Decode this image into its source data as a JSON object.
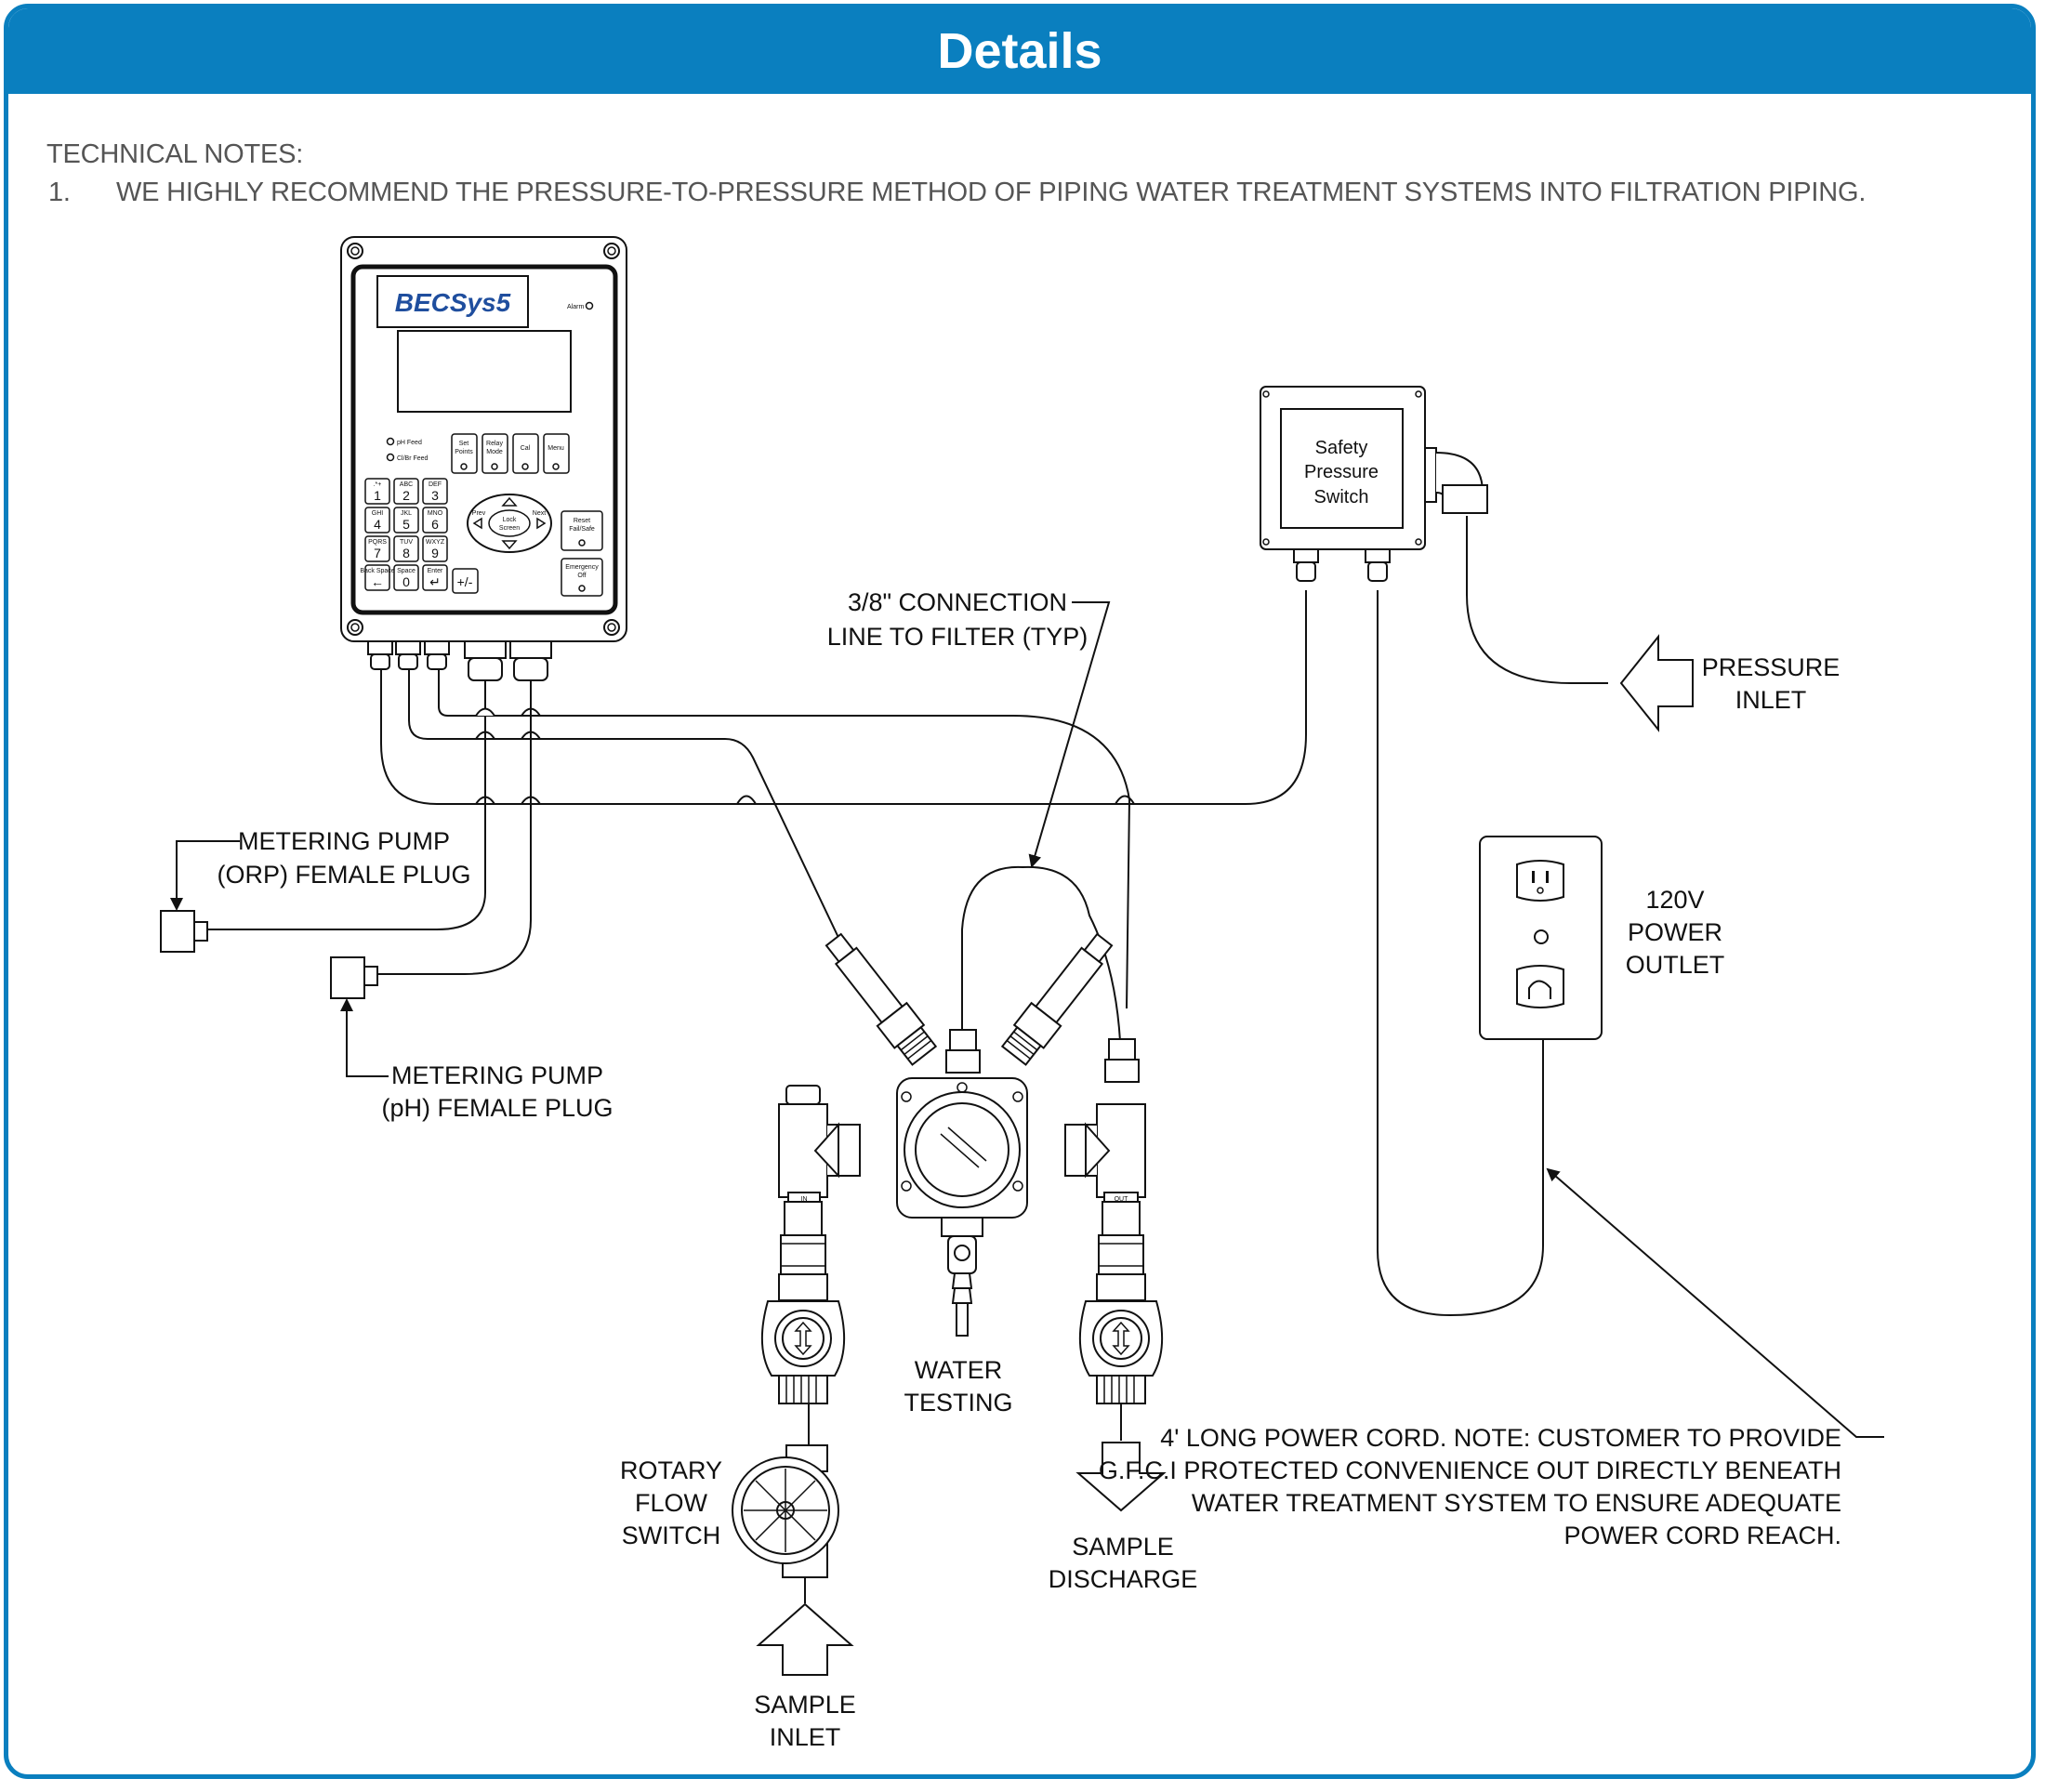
{
  "header": {
    "title": "Details"
  },
  "notes": {
    "heading": "TECHNICAL NOTES:",
    "item_number": "1.",
    "item_text": "WE HIGHLY RECOMMEND THE PRESSURE-TO-PRESSURE METHOD OF PIPING WATER TREATMENT SYSTEMS INTO FILTRATION PIPING."
  },
  "controller": {
    "logo": "BECSys5",
    "alarm": "Alarm",
    "ph_feed": "pH Feed",
    "cl_feed": "Cl/Br Feed",
    "top_buttons": [
      "Set Points",
      "Relay Mode",
      "Cal",
      "Menu"
    ],
    "keypad": [
      {
        "sub": ".*+",
        "key": "1"
      },
      {
        "sub": "ABC",
        "key": "2"
      },
      {
        "sub": "DEF",
        "key": "3"
      },
      {
        "sub": "GHI",
        "key": "4"
      },
      {
        "sub": "JKL",
        "key": "5"
      },
      {
        "sub": "MNO",
        "key": "6"
      },
      {
        "sub": "PQRS",
        "key": "7"
      },
      {
        "sub": "TUV",
        "key": "8"
      },
      {
        "sub": "WXYZ",
        "key": "9"
      },
      {
        "sub": "Back Space",
        "key": "←"
      },
      {
        "sub": "Space",
        "key": "0"
      },
      {
        "sub": "Enter",
        "key": "↵"
      }
    ],
    "plusminus": "+/-",
    "nav": {
      "prev": "Prev",
      "next": "Next",
      "lock": "Lock",
      "screen": "Screen"
    },
    "reset": [
      "Reset",
      "Fail/Safe"
    ],
    "emergency": [
      "Emergency",
      "Off"
    ]
  },
  "labels": {
    "safety_switch": [
      "Safety",
      "Pressure",
      "Switch"
    ],
    "connection": [
      "3/8\" CONNECTION",
      "LINE TO FILTER (TYP)"
    ],
    "pressure_inlet": [
      "PRESSURE",
      "INLET"
    ],
    "metering_orp": [
      "METERING PUMP",
      "(ORP) FEMALE PLUG"
    ],
    "metering_ph": [
      "METERING PUMP",
      "(pH) FEMALE PLUG"
    ],
    "power_outlet": [
      "120V",
      "POWER",
      "OUTLET"
    ],
    "water_testing": [
      "WATER",
      "TESTING"
    ],
    "rotary_flow": [
      "ROTARY",
      "FLOW",
      "SWITCH"
    ],
    "sample_discharge": [
      "SAMPLE",
      "DISCHARGE"
    ],
    "sample_inlet": [
      "SAMPLE",
      "INLET"
    ],
    "cord_note": [
      "4' LONG POWER CORD. NOTE: CUSTOMER TO PROVIDE",
      "G.F.C.I PROTECTED CONVENIENCE OUT DIRECTLY BENEATH",
      "WATER TREATMENT SYSTEM TO ENSURE ADEQUATE",
      "POWER CORD REACH."
    ],
    "in_tag": "IN",
    "out_tag": "OUT"
  }
}
